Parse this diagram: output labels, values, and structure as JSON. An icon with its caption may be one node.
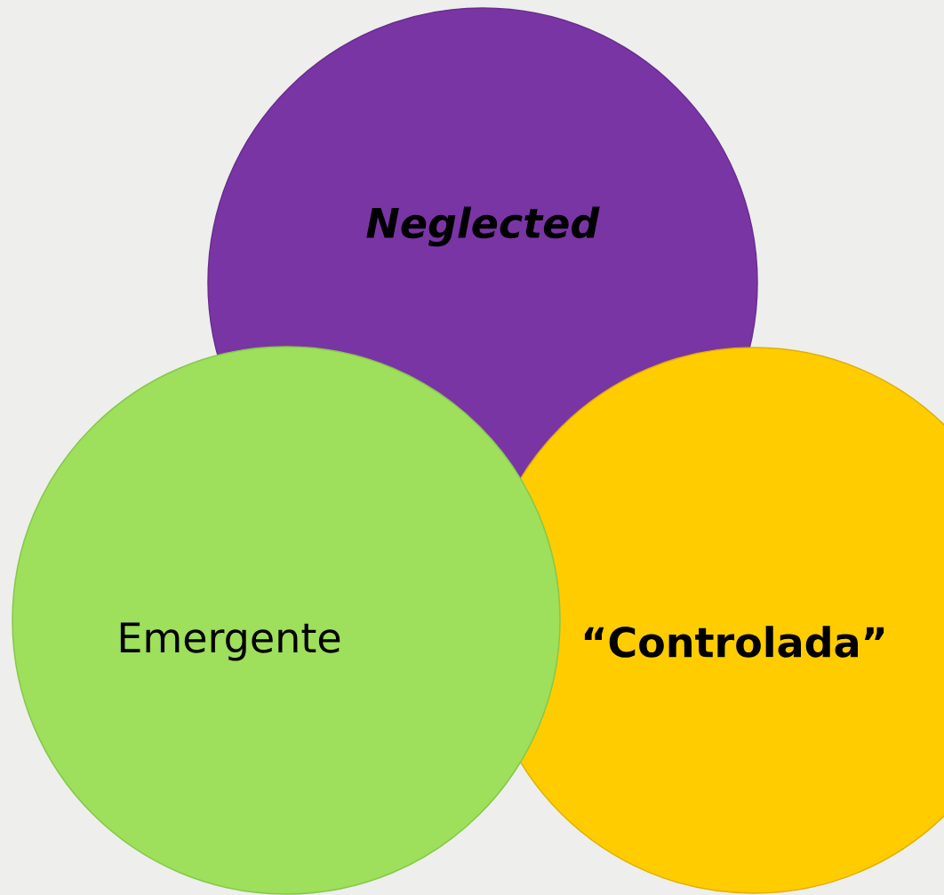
{
  "diagram": {
    "nodes": [
      {
        "text": [
          "*Neglected*"
        ]
      },
      {
        "text": [
          "“Controlada”"
        ]
      },
      {
        "text": [
          "Emergente"
        ]
      }
    ]
  }
}
